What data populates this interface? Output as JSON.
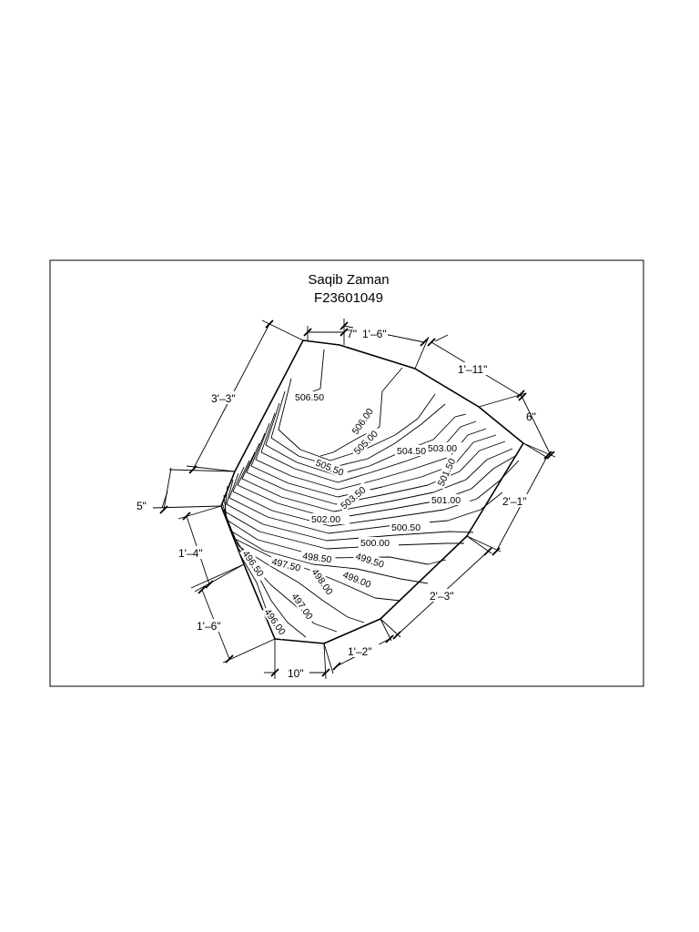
{
  "title": {
    "name": "Saqib Zaman",
    "id": "F23601049"
  },
  "dimensions": {
    "d_7in": "7\"",
    "d_1ft6in_top": "1'–6\"",
    "d_1ft11in": "1'–11\"",
    "d_6in": "6\"",
    "d_3ft3in": "3'–3\"",
    "d_5in": "5\"",
    "d_2ft1in": "2'–1\"",
    "d_1ft4in": "1'–4\"",
    "d_2ft3in": "2'–3\"",
    "d_1ft6in_left": "1'–6\"",
    "d_1ft2in": "1'–2\"",
    "d_10in": "10\""
  },
  "contour_labels": {
    "e50650": "506.50",
    "e50600": "506.00",
    "e50550": "505.50",
    "e50500": "505.00",
    "e50450": "504.50",
    "e50300": "503.00",
    "e50350": "503.50",
    "e50150": "501.50",
    "e50100": "501.00",
    "e50200": "502.00",
    "e50050": "500.50",
    "e50000": "500.00",
    "e49850": "498.50",
    "e49950": "499.50",
    "e49750": "497.50",
    "e49900": "499.00",
    "e49800": "498.00",
    "e49650": "496.50",
    "e49700": "497.00",
    "e49600": "496.00"
  }
}
